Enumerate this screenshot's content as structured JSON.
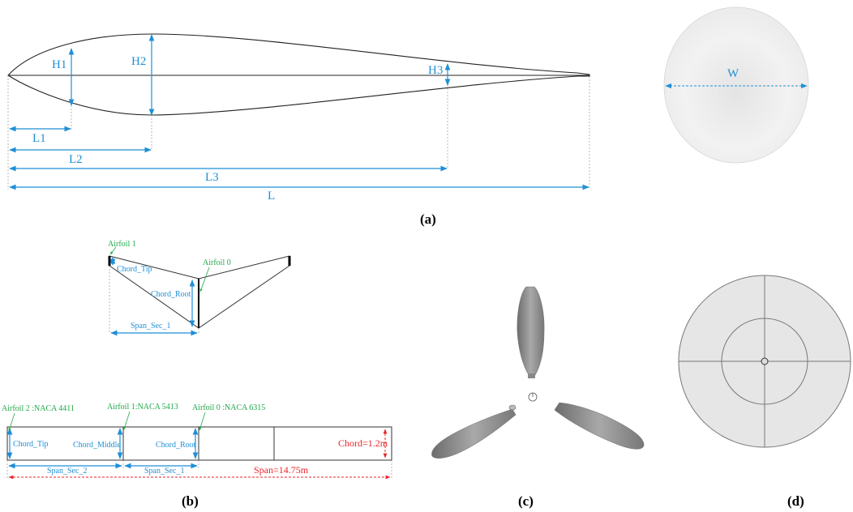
{
  "panel_a": {
    "label": "(a)",
    "dims": {
      "H1": "H1",
      "H2": "H2",
      "H3": "H3",
      "L1": "L1",
      "L2": "L2",
      "L3": "L3",
      "L": "L",
      "W": "W"
    }
  },
  "panel_b": {
    "label": "(b)",
    "top": {
      "airfoil_1": "Airfoil 1",
      "airfoil_0": "Airfoil 0",
      "chord_tip": "Chord_Tip",
      "chord_root": "Chord_Root",
      "span_sec_1": "Span_Sec_1"
    },
    "bottom": {
      "airfoil_2": "Airfoil 2 :NACA 4411",
      "airfoil_1": "Airfoil 1:NACA 5413",
      "airfoil_0": "Airfoil 0 :NACA 6315",
      "chord_tip": "Chord_Tip",
      "chord_middle": "Chord_Middle",
      "chord_root": "Chord_Root",
      "chord": "Chord=1.2m",
      "span_sec_2": "Span_Sec_2",
      "span_sec_1": "Span_Sec_1",
      "span": "Span=14.75m"
    }
  },
  "panel_c": {
    "label": "(c)"
  },
  "panel_d": {
    "label": "(d)"
  },
  "colors": {
    "dimension": "#1f8fd6",
    "airfoil_label": "#21a84a",
    "overall_dim": "#e8262a"
  }
}
